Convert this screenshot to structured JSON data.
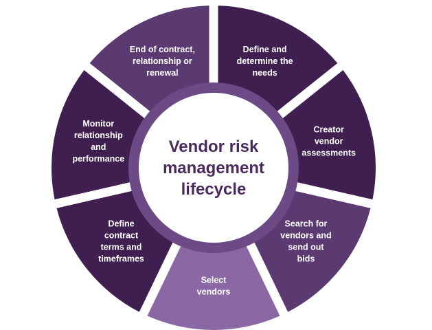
{
  "center": {
    "lines": [
      "Vendor risk",
      "management",
      "lifecycle"
    ]
  },
  "segments": [
    {
      "id": "define-needs",
      "lines": [
        "Define and",
        "determine the",
        "needs"
      ],
      "color": "#3f1f4f"
    },
    {
      "id": "create-assessments",
      "lines": [
        "Creator",
        "vendor",
        "assessments"
      ],
      "color": "#3f1f4f"
    },
    {
      "id": "search-vendors",
      "lines": [
        "Search for",
        "vendors and",
        "send out",
        "bids"
      ],
      "color": "#5b3a72"
    },
    {
      "id": "select-vendors",
      "lines": [
        "Select",
        "vendors"
      ],
      "color": "#8a68a4"
    },
    {
      "id": "define-contract",
      "lines": [
        "Define",
        "contract",
        "terms and",
        "timeframes"
      ],
      "color": "#3f1f4f"
    },
    {
      "id": "monitor",
      "lines": [
        "Monitor",
        "relationship",
        "and",
        "performance"
      ],
      "color": "#3f1f4f"
    },
    {
      "id": "end-of-contract",
      "lines": [
        "End of contract,",
        "relationship or",
        "renewal"
      ],
      "color": "#5b3a72"
    }
  ],
  "colors": {
    "ring": "#6b4a86",
    "center_fill": "#ffffff",
    "center_text": "#4a2a5e",
    "segment_text": "#ffffff"
  }
}
